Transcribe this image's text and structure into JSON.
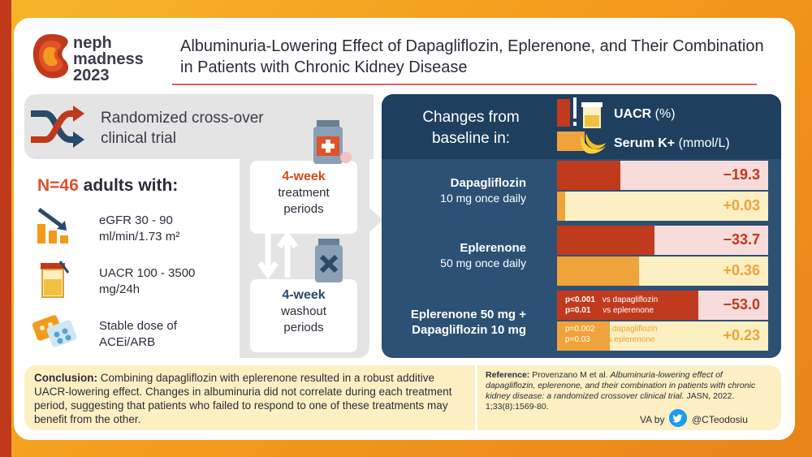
{
  "logo": {
    "line1": "neph",
    "line2": "madness",
    "line3": "2023"
  },
  "title": "Albuminuria-Lowering Effect of Dapagliflozin, Eplerenone, and Their Combination in Patients with Chronic Kidney Disease",
  "design": "Randomized cross-over clinical trial",
  "n": "N=46",
  "n_suffix": "adults with:",
  "criteria": [
    {
      "line1": "eGFR 30 - 90",
      "line2": "ml/min/1.73 m²"
    },
    {
      "line1": "UACR 100 - 3500",
      "line2": "mg/24h"
    },
    {
      "line1": "Stable dose of",
      "line2": "ACEi/ARB"
    }
  ],
  "periods": [
    {
      "hl": "4-week",
      "t1": "treatment",
      "t2": "periods"
    },
    {
      "hl": "4-week",
      "t1": "washout",
      "t2": "periods"
    }
  ],
  "changes_title": "Changes from baseline in:",
  "legend": {
    "uacr": "UACR",
    "uacr_unit": "(%)",
    "k": "Serum K+",
    "k_unit": "(mmol/L)"
  },
  "colors": {
    "uacr": "#c03a1e",
    "uacr_bg": "#f7dcdc",
    "k": "#f0a33a",
    "k_bg": "#fcefc2"
  },
  "groups": [
    {
      "name": "Dapagliflozin",
      "dose": "10 mg once daily",
      "uacr": "−19.3",
      "uacr_frac": 0.3,
      "k": "+0.03",
      "k_frac": 0.04
    },
    {
      "name": "Eplerenone",
      "dose": "50 mg once daily",
      "uacr": "−33.7",
      "uacr_frac": 0.46,
      "k": "+0.36",
      "k_frac": 0.39
    },
    {
      "name": "Eplerenone 50 mg +",
      "dose": "Dapagliflozin 10 mg",
      "uacr": "−53.0",
      "uacr_frac": 0.67,
      "k": "+0.23",
      "k_frac": 0.25
    }
  ],
  "pvals": {
    "u1": "p<0.001",
    "u1t": "vs dapagliflozin",
    "u2": "p=0.01",
    "u2t": "vs eplerenone",
    "k1": "p=0.002",
    "k1t": "vs dapagliflozin",
    "k2": "p=0.03",
    "k2t": "vs eplerenone"
  },
  "conclusion_label": "Conclusion:",
  "conclusion": "Combining dapagliflozin with eplerenone resulted in a robust additive UACR-lowering effect. Changes in albuminuria did not correlate during each treatment period, suggesting that patients who failed to respond to one of these treatments may benefit from the other.",
  "reference_label": "Reference:",
  "reference_authors": "Provenzano M et al.",
  "reference_title": "Albuminuria-lowering effect of dapagliflozin, eplerenone, and their combination in patients with chronic kidney disease: a randomized crossover clinical trial.",
  "reference_journal": "JASN, 2022. 1;33(8):1569-80.",
  "va_by": "VA by",
  "handle": "@CTeodosiu"
}
